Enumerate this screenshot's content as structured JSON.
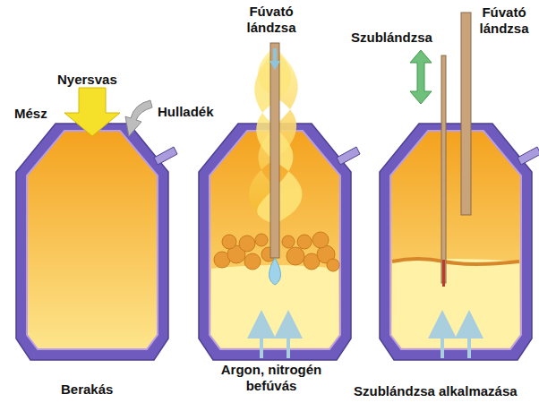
{
  "diagram": {
    "labels": [
      "Fúvató lándzsa",
      "Nyersvas",
      "Mész",
      "Hulladék",
      "Szublándzsa",
      "Fúvató lándzsa",
      "Argon, nitrogén befúvás",
      "Berakás",
      "Szublándzsa alkalmazása"
    ]
  }
}
